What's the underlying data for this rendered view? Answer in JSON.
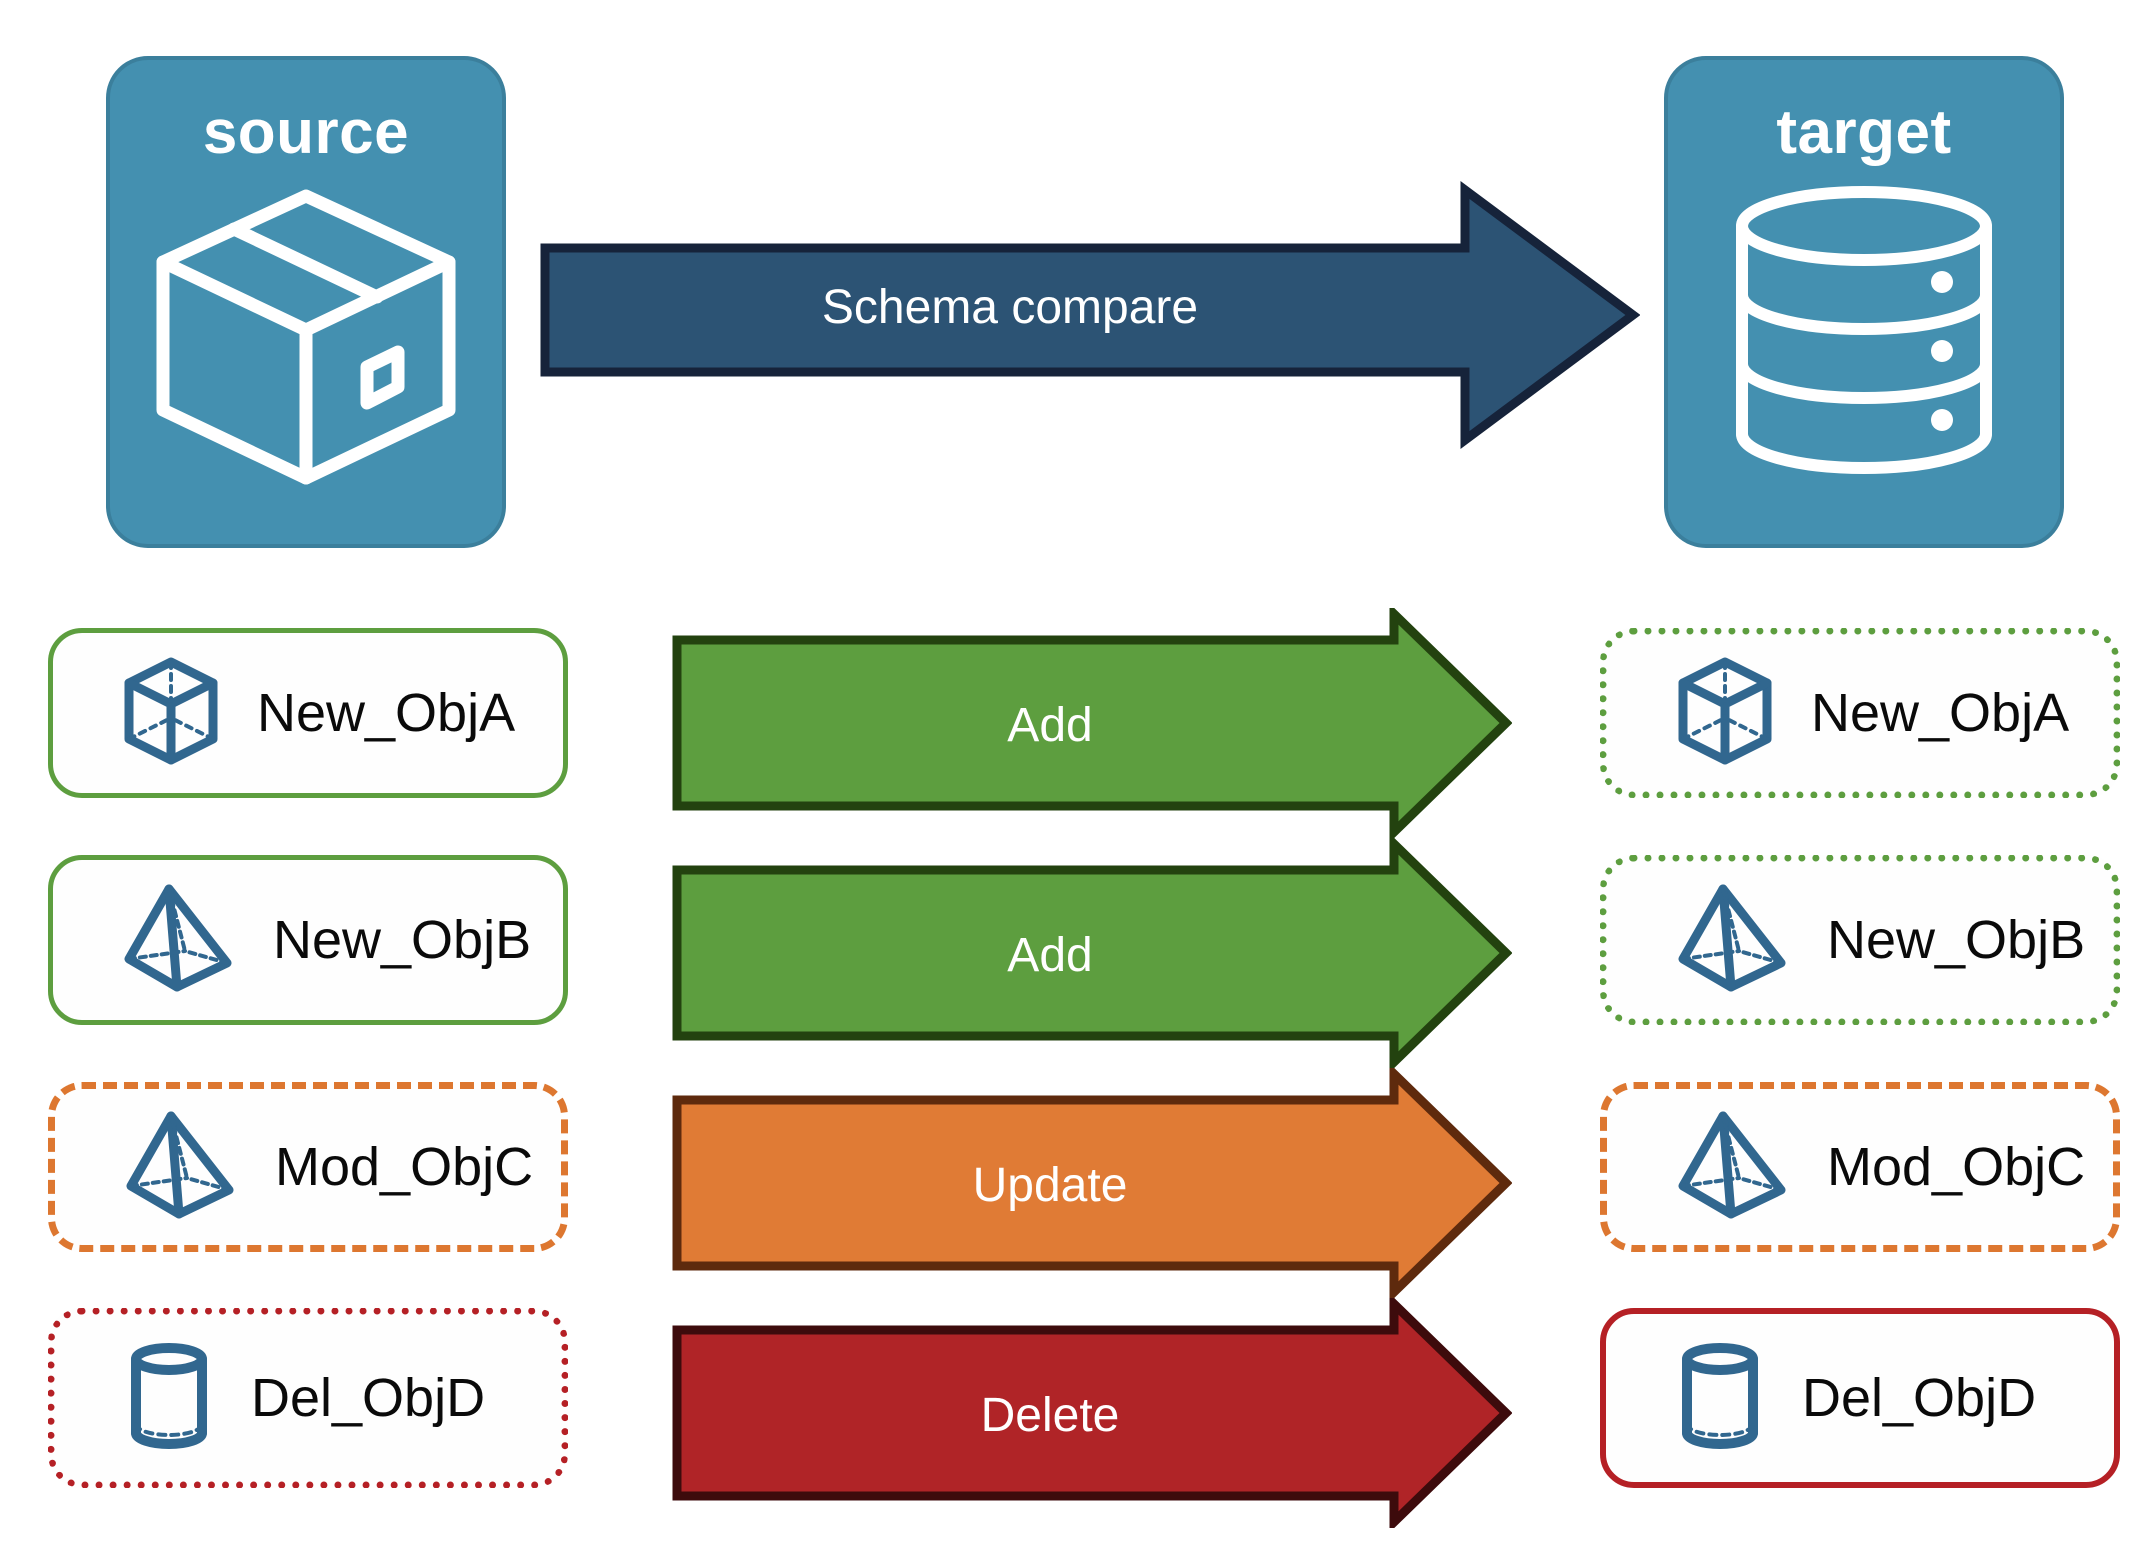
{
  "diagram": {
    "title_source": "source",
    "title_target": "target",
    "compare_arrow_label": "Schema compare"
  },
  "colors": {
    "endpoint_fill": "#4490b0",
    "endpoint_stroke": "#3b7f9c",
    "compare_arrow_fill": "#2c5374",
    "compare_arrow_stroke": "#16233a",
    "add_fill": "#5d9e3f",
    "add_stroke": "#23420f",
    "update_fill": "#e07b35",
    "update_stroke": "#5e2a0d",
    "delete_fill": "#b02427",
    "delete_stroke": "#3d0b0c",
    "object_icon": "#31678f",
    "green": "#5d9e3f",
    "orange": "#dd7730",
    "red": "#b52025",
    "label_text": "#0a0a0a"
  },
  "endpoints": [
    {
      "name": "source",
      "label": "source",
      "icon": "box-3d-icon"
    },
    {
      "name": "target",
      "label": "target",
      "icon": "database-cylinder-icon"
    }
  ],
  "rows": [
    {
      "action": "Add",
      "source": {
        "label": "New_ObjA",
        "icon": "cube-wireframe-icon",
        "border": "solid-green"
      },
      "target": {
        "label": "New_ObjA",
        "icon": "cube-wireframe-icon",
        "border": "dotted-green"
      }
    },
    {
      "action": "Add",
      "source": {
        "label": "New_ObjB",
        "icon": "pyramid-wireframe-icon",
        "border": "solid-green"
      },
      "target": {
        "label": "New_ObjB",
        "icon": "pyramid-wireframe-icon",
        "border": "dotted-green"
      }
    },
    {
      "action": "Update",
      "source": {
        "label": "Mod_ObjC",
        "icon": "pyramid-wireframe-icon",
        "border": "dashed-orange"
      },
      "target": {
        "label": "Mod_ObjC",
        "icon": "pyramid-wireframe-icon",
        "border": "dashed-orange"
      }
    },
    {
      "action": "Delete",
      "source": {
        "label": "Del_ObjD",
        "icon": "cylinder-wireframe-icon",
        "border": "dotted-red"
      },
      "target": {
        "label": "Del_ObjD",
        "icon": "cylinder-wireframe-icon",
        "border": "solid-red"
      }
    }
  ]
}
